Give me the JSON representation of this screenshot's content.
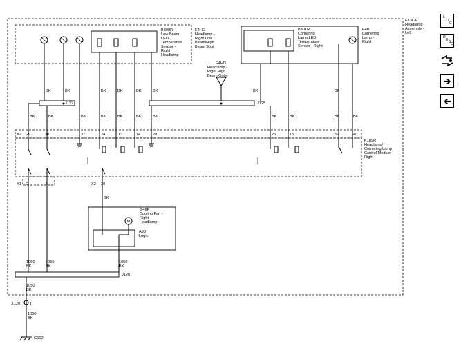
{
  "colors": {
    "ink": "#000000",
    "paper": "#ffffff"
  },
  "assembly": {
    "code": "E13LA",
    "line1": "Headlamp",
    "line2": "Assembly -",
    "line3": "Left"
  },
  "low_beam_lamp": {
    "code": "E4HE",
    "line1": "Headlamp -",
    "line2": "Right Low",
    "line3": "Beam/High",
    "line4": "Beam Spot"
  },
  "low_beam_sensor": {
    "code": "B300R",
    "line1": "Low Beam",
    "line2": "LED",
    "line3": "Temperature",
    "line4": "Sensor -",
    "line5": "Right",
    "line6": "Headlamp"
  },
  "high_beam_outer": {
    "code": "E4HD",
    "line1": "Headlamp -",
    "line2": "Right High",
    "line3": "Beam Outer"
  },
  "cornering_sensor": {
    "code": "B301R",
    "line1": "Cornering",
    "line2": "Lamp LED",
    "line3": "Temperature",
    "line4": "Sensor - Right"
  },
  "cornering_lamp": {
    "code": "E4B",
    "line1": "Cornering",
    "line2": "Lamp -",
    "line3": "Right"
  },
  "control_module": {
    "code": "K189R",
    "line1": "Headlamp/",
    "line2": "Cornering Lamp",
    "line3": "Control Module -",
    "line4": "Right"
  },
  "cooling_fan": {
    "code": "G46R",
    "line1": "Cooling Fan -",
    "line2": "Right",
    "line3": "Headlamp"
  },
  "logic": {
    "code": "A90",
    "label": "Logic"
  },
  "splices": {
    "j122": "J122",
    "j125": "J125",
    "j126": "J126"
  },
  "connectors": {
    "x2": "X2",
    "x1": "X1",
    "x120": "X120",
    "ground": "G102"
  },
  "pins": {
    "p29": "29",
    "p38": "38",
    "p37": "37",
    "p24": "24",
    "p13": "13",
    "p14": "14",
    "p28": "28",
    "p25": "25",
    "p15": "15",
    "p39": "39",
    "p40": "40",
    "p2": "2",
    "p6": "6",
    "p30": "30",
    "p1": "1"
  },
  "wire": {
    "color": "BK",
    "size": "1050"
  },
  "tools": {
    "loc_l": "L",
    "loc_o": "O",
    "loc_c": "C",
    "desc_d": "D",
    "desc_e": "E",
    "desc_s": "S",
    "desc_c": "C"
  }
}
